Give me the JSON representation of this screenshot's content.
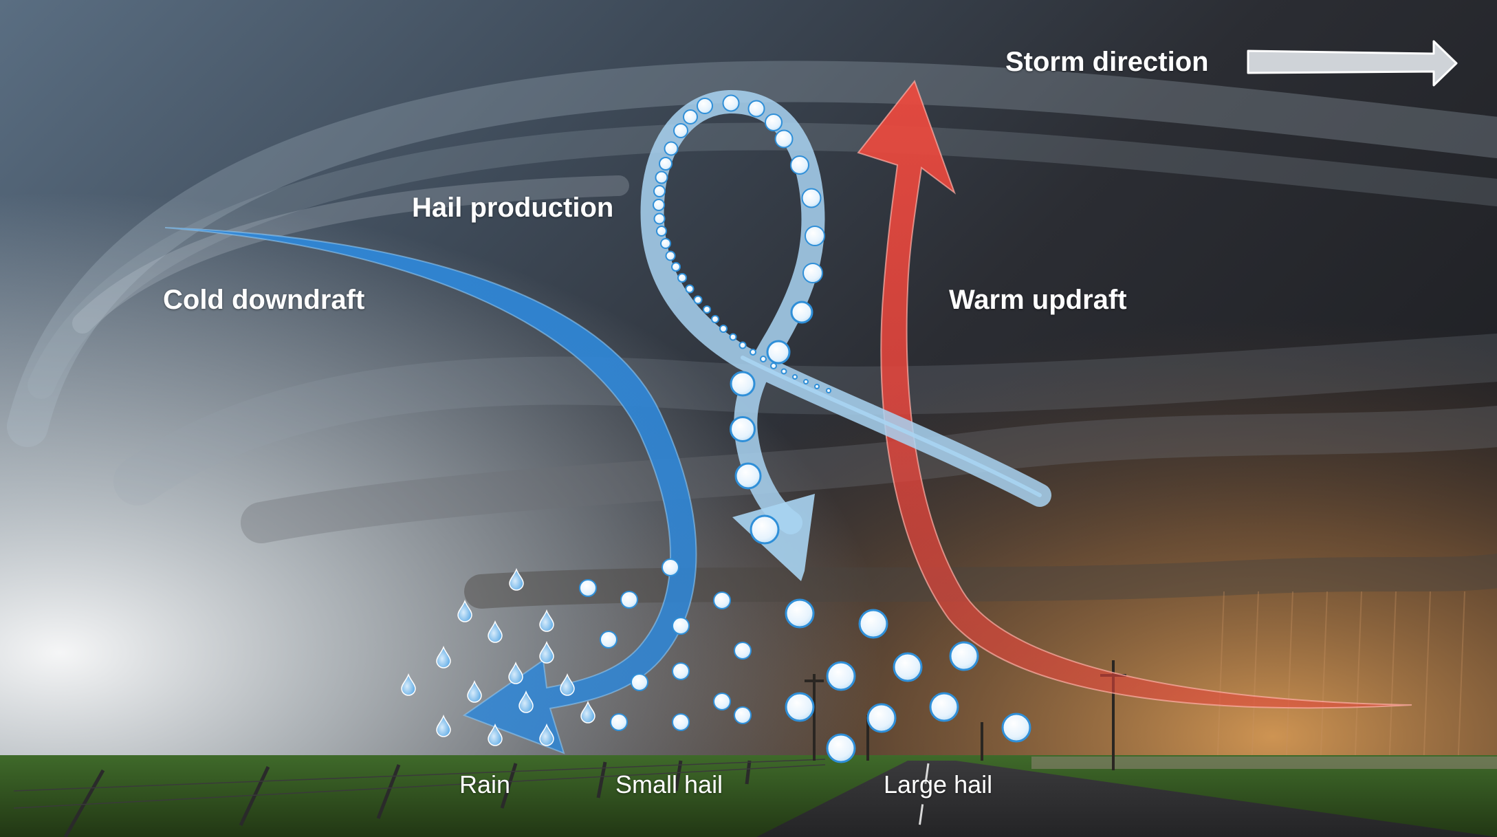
{
  "labels": {
    "storm_direction": "Storm direction",
    "hail_production": "Hail production",
    "cold_downdraft": "Cold downdraft",
    "warm_updraft": "Warm updraft",
    "rain": "Rain",
    "small_hail": "Small hail",
    "large_hail": "Large hail"
  },
  "colors": {
    "cold_downdraft_arrow": "#2f86d6",
    "warm_updraft_arrow": "#e8453c",
    "hail_path": "#a9d4f2",
    "hailstone": "#eaf6ff",
    "hailstone_outline": "#2f8fd8",
    "storm_direction_arrow": "#cfd3d8",
    "sky_dark": "#2a2c31",
    "sky_light": "#eef0ee",
    "field_green": "#2e4a1c",
    "dust_orange": "#c98a45"
  },
  "icons": {
    "rain_drop": "water-drop-icon",
    "small_hailstone": "small-hailstone-icon",
    "large_hailstone": "large-hailstone-icon"
  }
}
